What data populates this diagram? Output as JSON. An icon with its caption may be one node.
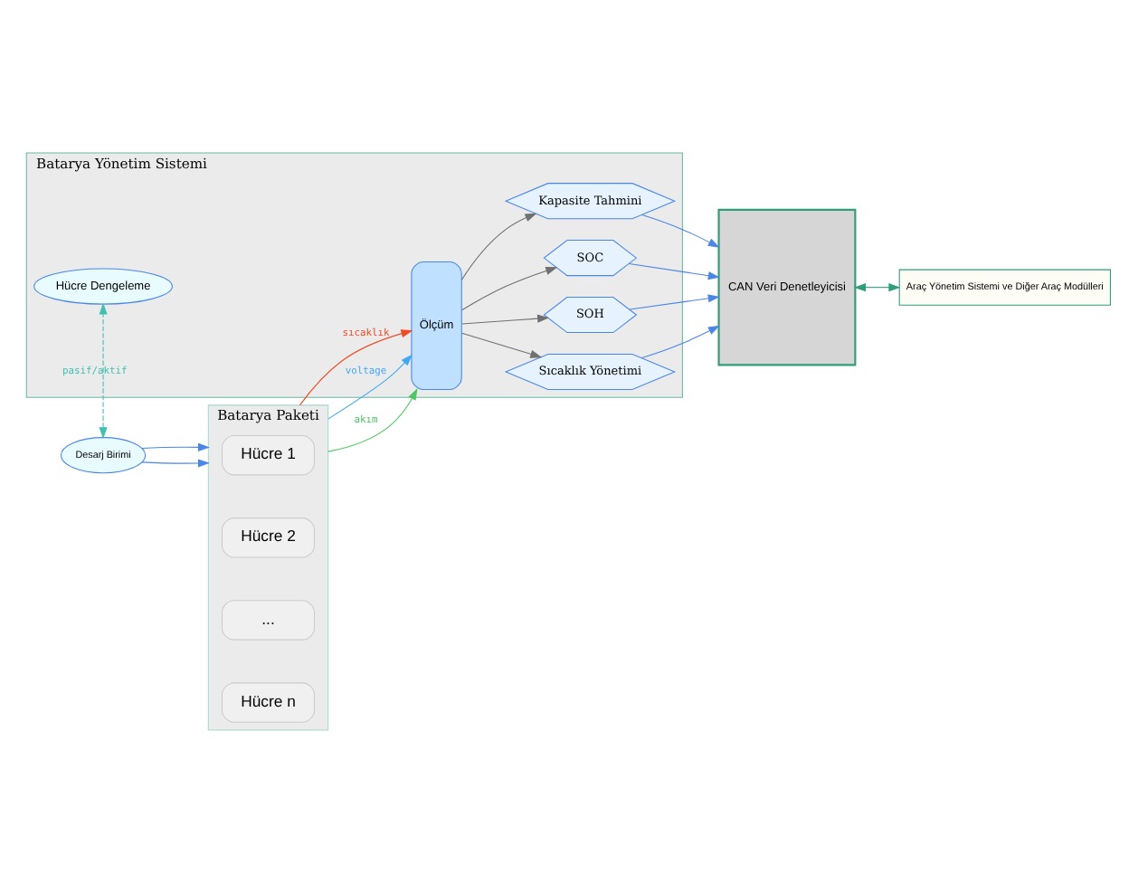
{
  "diagram": {
    "nodes": [
      {
        "text": [
          "Batarya Paketi"
        ]
      },
      {
        "text": [
          "Hücre 1"
        ],
        "in": 0
      },
      {
        "text": [
          "Hücre 2"
        ],
        "in": 0
      },
      {
        "text": [
          "..."
        ],
        "in": 0
      },
      {
        "text": [
          "Hücre n"
        ],
        "in": 0
      },
      {
        "text": [
          "Batarya Yönetim Sistemi"
        ]
      },
      {
        "text": [
          "Ölçüm"
        ],
        "in": 5
      },
      {
        "text": [
          "Kapasite Tahmini"
        ],
        "in": 5
      },
      {
        "text": [
          "SOC"
        ],
        "in": 5
      },
      {
        "text": [
          "SOH"
        ],
        "in": 5
      },
      {
        "text": [
          "Sıcaklık Yönetimi"
        ],
        "in": 5
      },
      {
        "text": [
          "Hücre Dengeleme"
        ],
        "in": 5
      },
      {
        "text": [
          "CAN Veri Denetleyicisi"
        ]
      },
      {
        "text": [
          "Araç Yönetim Sistemi ve Diğer Araç Modülleri"
        ]
      },
      {
        "text": [
          "Desarj Birimi"
        ]
      }
    ],
    "edges": [
      {
        "from": 0,
        "to": 6,
        "arrow": "to",
        "label": "sıcaklık",
        "color": "#f04a23"
      },
      {
        "from": 0,
        "to": 6,
        "arrow": "to",
        "label": "voltage",
        "color": "#3fa9f5"
      },
      {
        "from": 0,
        "to": 6,
        "arrow": "to",
        "label": "akım",
        "color": "#4cc764"
      },
      {
        "from": 6,
        "to": 7,
        "arrow": "to",
        "color": "#707070"
      },
      {
        "from": 6,
        "to": 8,
        "arrow": "to",
        "color": "#707070"
      },
      {
        "from": 6,
        "to": 9,
        "arrow": "to",
        "color": "#707070"
      },
      {
        "from": 6,
        "to": 10,
        "arrow": "to",
        "color": "#707070"
      },
      {
        "from": 7,
        "to": 12,
        "arrow": "to",
        "color": "#4a86e8"
      },
      {
        "from": 8,
        "to": 12,
        "arrow": "to",
        "color": "#4a86e8"
      },
      {
        "from": 9,
        "to": 12,
        "arrow": "to",
        "color": "#4a86e8"
      },
      {
        "from": 10,
        "to": 12,
        "arrow": "to",
        "color": "#4a86e8"
      },
      {
        "from": 12,
        "to": 13,
        "arrow": "both",
        "color": "#2e9e7a"
      },
      {
        "from": 14,
        "to": 0,
        "arrow": "to",
        "color": "#4a86e8"
      },
      {
        "from": 14,
        "to": 0,
        "arrow": "to",
        "color": "#4a86e8"
      },
      {
        "from": 14,
        "to": 11,
        "arrow": "both",
        "label": "pasif/aktif",
        "style": "dashed",
        "color": "#40c0b0"
      }
    ]
  }
}
